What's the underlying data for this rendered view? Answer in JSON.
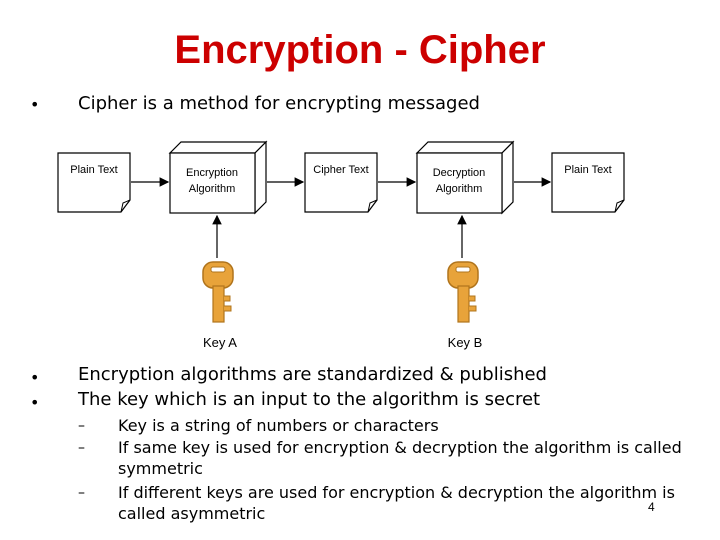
{
  "title": "Encryption - Cipher",
  "intro_bullet": "Cipher is a method for encrypting messaged",
  "diagram": {
    "nodes": [
      {
        "id": "plain-text-1",
        "label": "Plain Text",
        "shape": "document"
      },
      {
        "id": "encryption-algorithm",
        "label": [
          "Encryption",
          "Algorithm"
        ],
        "shape": "box"
      },
      {
        "id": "cipher-text",
        "label": "Cipher Text",
        "shape": "document"
      },
      {
        "id": "decryption-algorithm",
        "label": [
          "Decryption",
          "Algorithm"
        ],
        "shape": "box"
      },
      {
        "id": "plain-text-2",
        "label": "Plain Text",
        "shape": "document"
      }
    ],
    "keys": [
      {
        "id": "key-a",
        "label": "Key A",
        "feeds": "encryption-algorithm"
      },
      {
        "id": "key-b",
        "label": "Key B",
        "feeds": "decryption-algorithm"
      }
    ],
    "colors": {
      "key_fill": "#e8a33a",
      "key_dark": "#b0741c",
      "doc_fill": "#ffffff",
      "stroke": "#000000"
    }
  },
  "bullets": [
    "Encryption algorithms are standardized & published",
    "The key which is an input to the algorithm is secret"
  ],
  "sub_bullets": [
    {
      "dash": "–",
      "lines": [
        "Key is a string of numbers or characters"
      ]
    },
    {
      "dash": "–",
      "lines": [
        "If same key is used for encryption & decryption the algorithm is called",
        "symmetric"
      ]
    },
    {
      "dash": "–",
      "lines": [
        "If different keys are used for encryption & decryption the algorithm is",
        "called asymmetric"
      ]
    }
  ],
  "slide_number": "4",
  "title_color": "#cc0000"
}
